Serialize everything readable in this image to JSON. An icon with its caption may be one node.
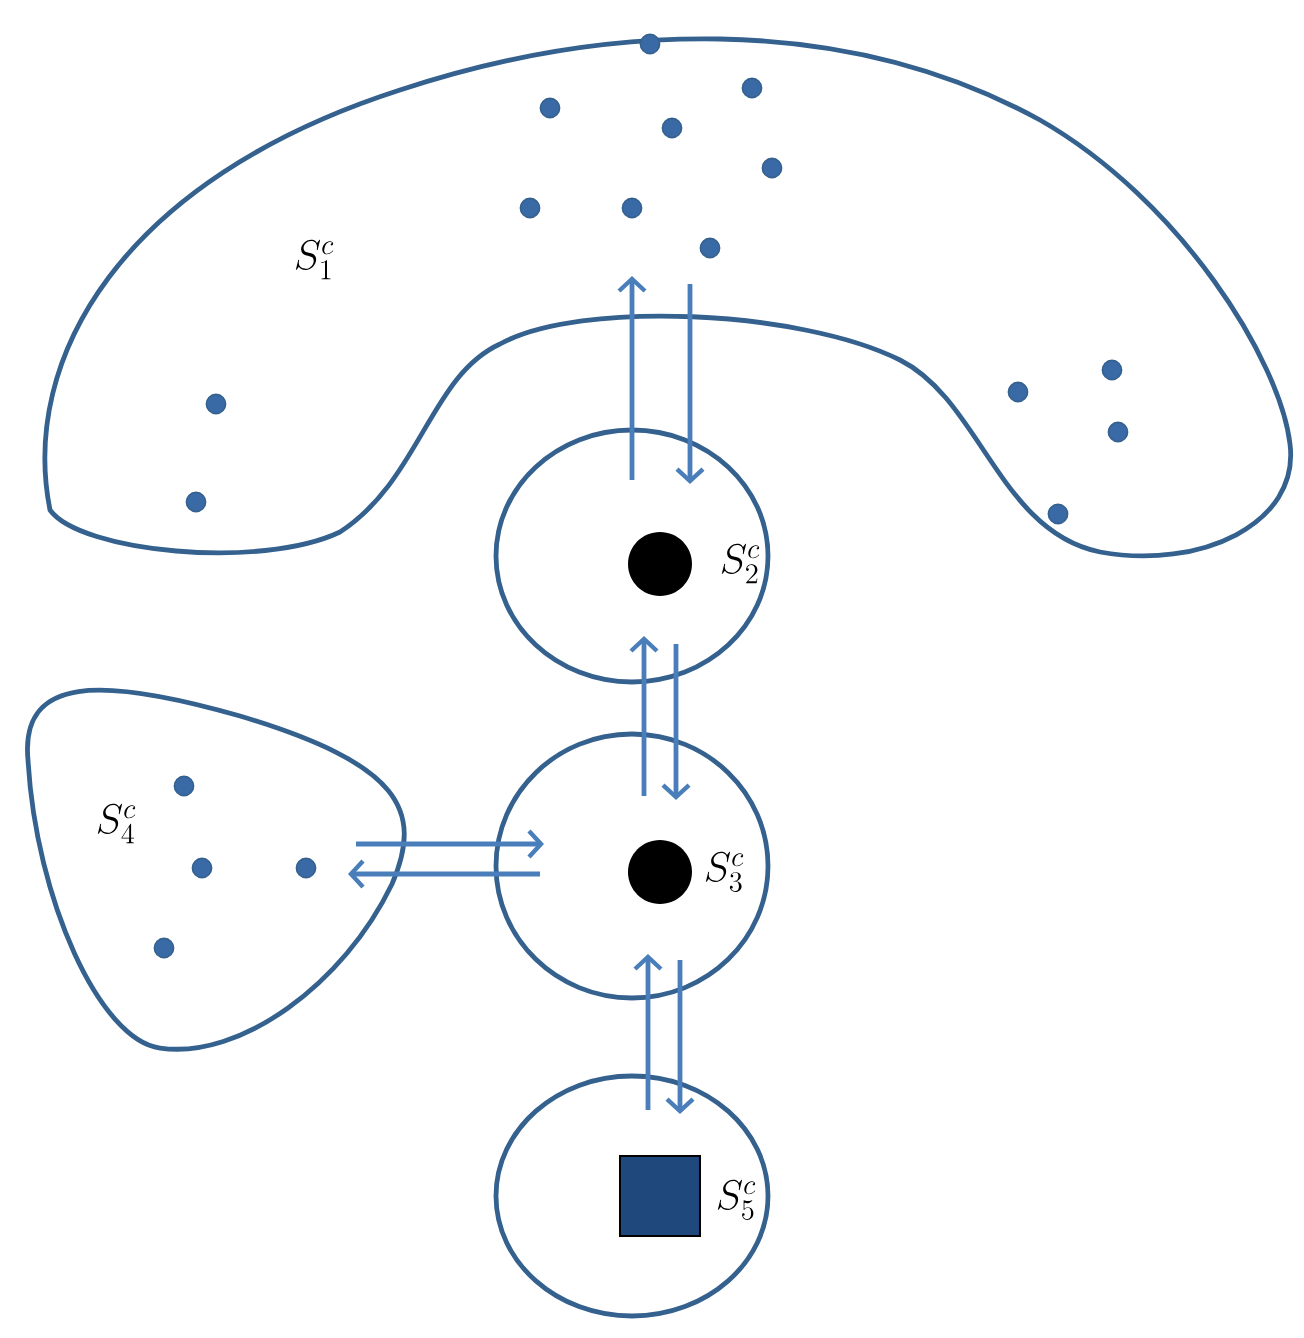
{
  "diagram": {
    "nodes": [
      {
        "text": [
          "S_1^c"
        ]
      },
      {
        "text": [
          "S_2^c"
        ]
      },
      {
        "text": [
          "S_4^c"
        ]
      },
      {
        "text": [
          "S_3^c"
        ]
      },
      {
        "text": [
          "S_5^c"
        ]
      }
    ],
    "edges": [
      {
        "from": 1,
        "to": 0,
        "arrow": "to"
      },
      {
        "from": 0,
        "to": 1,
        "arrow": "to"
      },
      {
        "from": 3,
        "to": 1,
        "arrow": "to"
      },
      {
        "from": 1,
        "to": 3,
        "arrow": "to"
      },
      {
        "from": 4,
        "to": 3,
        "arrow": "to"
      },
      {
        "from": 3,
        "to": 4,
        "arrow": "to"
      },
      {
        "from": 2,
        "to": 3,
        "arrow": "to"
      },
      {
        "from": 3,
        "to": 2,
        "arrow": "to"
      }
    ]
  }
}
